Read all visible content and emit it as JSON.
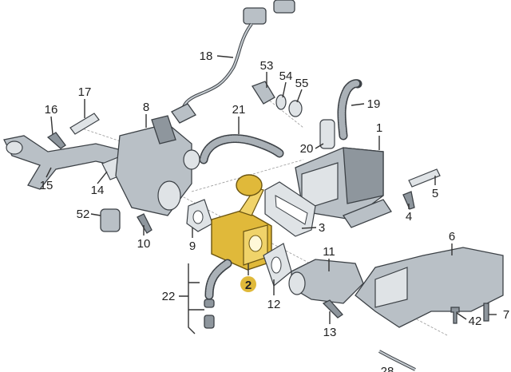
{
  "diagram": {
    "title": "EGR valve assembly exploded parts diagram",
    "highlight_color": "#e0b93a",
    "labels": {
      "p1": "1",
      "p2": "2",
      "p3": "3",
      "p4": "4",
      "p5": "5",
      "p6": "6",
      "p7": "7",
      "p8": "8",
      "p9": "9",
      "p10": "10",
      "p11": "11",
      "p12": "12",
      "p13": "13",
      "p14": "14",
      "p15": "15",
      "p16": "16",
      "p17": "17",
      "p18": "18",
      "p19": "19",
      "p20": "20",
      "p21": "21",
      "p22": "22",
      "p28": "28",
      "p42": "42",
      "p52": "52",
      "p53": "53",
      "p54": "54",
      "p55": "55"
    }
  }
}
